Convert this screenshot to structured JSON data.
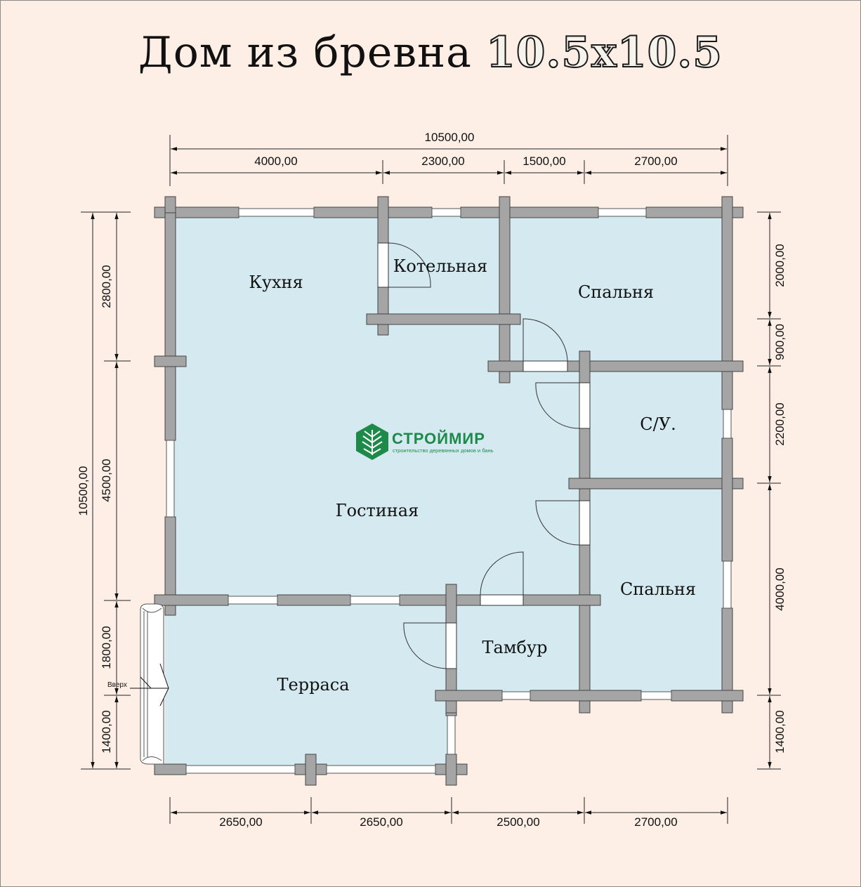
{
  "title": {
    "text": "Дом из бревна",
    "size": "10.5x10.5"
  },
  "dimensions": {
    "top_total": "10500,00",
    "top_segments": [
      "4000,00",
      "2300,00",
      "1500,00",
      "2700,00"
    ],
    "bottom_segments": [
      "2650,00",
      "2650,00",
      "2500,00",
      "2700,00"
    ],
    "left_total": "10500,00",
    "left_segments": [
      "2800,00",
      "4500,00",
      "1800,00",
      "1400,00"
    ],
    "right_segments": [
      "2000,00",
      "900,00",
      "2200,00",
      "4000,00",
      "1400,00"
    ]
  },
  "rooms": {
    "kitchen": "Кухня",
    "boiler": "Котельная",
    "bedroom_top": "Спальня",
    "bathroom": "С/У.",
    "living": "Гостиная",
    "bedroom_bottom": "Спальня",
    "vestibule": "Тамбур",
    "terrace": "Терраса"
  },
  "stairs_label": "Вверх",
  "logo": {
    "name": "СТРОЙМИР",
    "tagline": "строительство деревянных домов и бань"
  },
  "colors": {
    "floor": "#d4eaf0",
    "wall": "#a5a5a5",
    "background": "#fdefe6",
    "logo": "#1d8a4a"
  }
}
